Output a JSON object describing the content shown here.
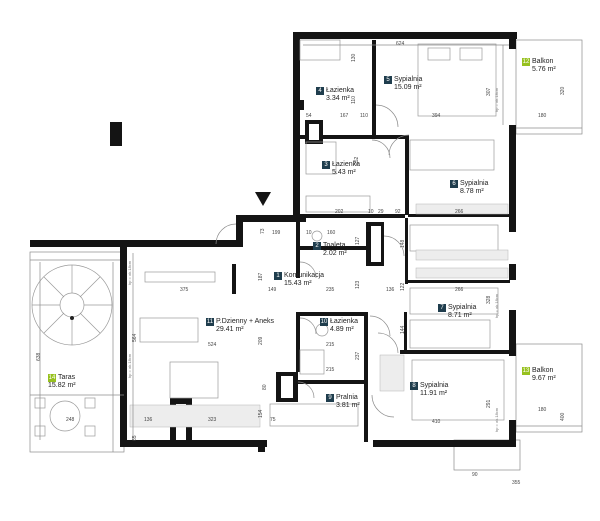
{
  "rooms": [
    {
      "no": "1",
      "name": "Komunikacja",
      "area": "15.43 m²"
    },
    {
      "no": "2",
      "name": "Toaleta",
      "area": "2.02 m²"
    },
    {
      "no": "3",
      "name": "Łazienka",
      "area": "5.43 m²"
    },
    {
      "no": "4",
      "name": "Łazienka",
      "area": "3.34 m²"
    },
    {
      "no": "5",
      "name": "Sypialnia",
      "area": "15.09 m²"
    },
    {
      "no": "6",
      "name": "Sypialnia",
      "area": "8.78 m²"
    },
    {
      "no": "7",
      "name": "Sypialnia",
      "area": "8.71 m²"
    },
    {
      "no": "8",
      "name": "Sypialnia",
      "area": "11.91 m²"
    },
    {
      "no": "9",
      "name": "Pralnia",
      "area": "3.81 m²"
    },
    {
      "no": "10",
      "name": "Łazienka",
      "area": "4.89 m²"
    },
    {
      "no": "11",
      "name": "P.Dzienny + Aneks",
      "area": "29.41 m²"
    },
    {
      "no": "12",
      "name": "Balkon",
      "area": "5.76 m²"
    },
    {
      "no": "13",
      "name": "Balkon",
      "area": "9.67 m²"
    },
    {
      "no": "14",
      "name": "Taras",
      "area": "15.82 m²"
    }
  ],
  "dims": {
    "d624": "624",
    "d130": "130",
    "d110a": "110",
    "d54": "54",
    "d167": "167",
    "d110b": "110",
    "d394": "394",
    "d307": "307",
    "d180a": "180",
    "d320": "320",
    "d252": "252",
    "d202": "202",
    "d10a": "10",
    "d29": "29",
    "d92": "92",
    "d266a": "266",
    "d73": "73",
    "d199": "199",
    "d10b": "10",
    "d160": "160",
    "d127": "127",
    "d148": "148",
    "d187": "187",
    "d375": "375",
    "d149": "149",
    "d235": "235",
    "d123": "123",
    "d136a": "136",
    "d122": "122",
    "d266b": "266",
    "d328": "328",
    "d564": "564",
    "d524": "524",
    "d209": "209",
    "d215a": "215",
    "d144": "144",
    "d638": "638",
    "d237": "237",
    "d215b": "215",
    "d80": "80",
    "d136b": "136",
    "d323": "323",
    "d154": "154",
    "d75": "75",
    "d291": "291",
    "d180b": "180",
    "d400": "400",
    "d248": "248",
    "d65": "65",
    "d410": "410",
    "d90": "90",
    "d355": "355"
  },
  "notes": {
    "hp": "hp = ok.18cm"
  }
}
